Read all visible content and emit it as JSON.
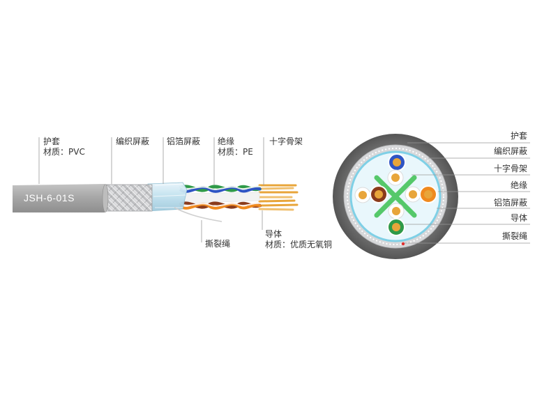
{
  "colors": {
    "jacket_grey": "#a9a9a9",
    "braid": "#cfd0d2",
    "foil": "#bfe0ee",
    "pair_green": "#2f9a48",
    "pair_blue": "#2f55c4",
    "pair_brown": "#8a3b1c",
    "pair_orange": "#ef8a1f",
    "conductor": "#e8a53a",
    "cross": "#55c86a",
    "filler_cord": "#e03030",
    "leader": "#999999"
  },
  "side_view": {
    "model": "JSH-6-01S",
    "labels": {
      "jacket": {
        "name": "护套",
        "material_label": "材质",
        "material_sep": "：",
        "material": "PVC"
      },
      "braid": {
        "name": "编织屏蔽"
      },
      "foil": {
        "name": "铝箔屏蔽"
      },
      "insulation": {
        "name": "绝缘",
        "material_label": "材质",
        "material_sep": "：",
        "material": "PE"
      },
      "cross_filler": {
        "name": "十字骨架"
      },
      "ripcord": {
        "name": "撕裂绳"
      },
      "conductor": {
        "name": "导体",
        "material_label": "材质",
        "material_sep": "：",
        "material": "优质无氧铜"
      }
    }
  },
  "cross_section": {
    "labels": [
      "护套",
      "编织屏蔽",
      "十字骨架",
      "绝缘",
      "铝箔屏蔽",
      "导体",
      "撕裂绳"
    ]
  }
}
